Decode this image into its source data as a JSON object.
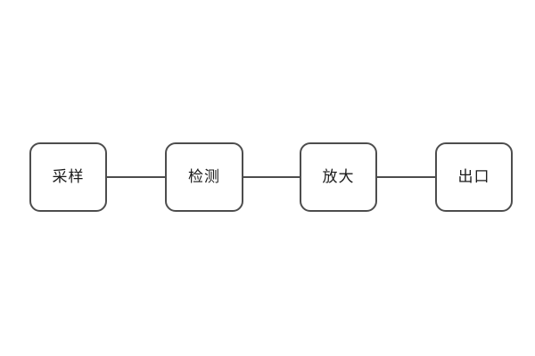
{
  "diagram": {
    "type": "flowchart",
    "direction": "left-to-right",
    "nodes": [
      {
        "id": "sampling",
        "label": "采样"
      },
      {
        "id": "detection",
        "label": "检测"
      },
      {
        "id": "amplification",
        "label": "放大"
      },
      {
        "id": "outlet",
        "label": "出口"
      }
    ],
    "edges": [
      {
        "from": "sampling",
        "to": "detection",
        "style": "plain-line"
      },
      {
        "from": "detection",
        "to": "amplification",
        "style": "plain-line"
      },
      {
        "from": "amplification",
        "to": "outlet",
        "style": "plain-line"
      }
    ],
    "colors": {
      "background": "#ffffff",
      "node_fill": "#ffffff",
      "node_border": "#4d4d4d",
      "connector": "#4d4d4d",
      "text": "#1a1a1a"
    }
  }
}
